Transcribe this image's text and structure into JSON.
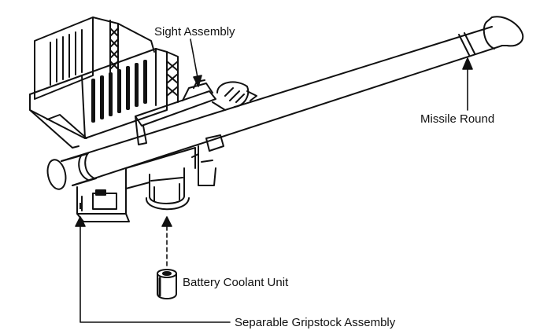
{
  "labels": {
    "sight_assembly": "Sight Assembly",
    "missile_round": "Missile Round",
    "battery_coolant_unit": "Battery Coolant Unit",
    "gripstock_assembly": "Separable Gripstock Assembly"
  },
  "colors": {
    "line": "#111111",
    "background": "#ffffff",
    "fill_dark": "#111111"
  }
}
